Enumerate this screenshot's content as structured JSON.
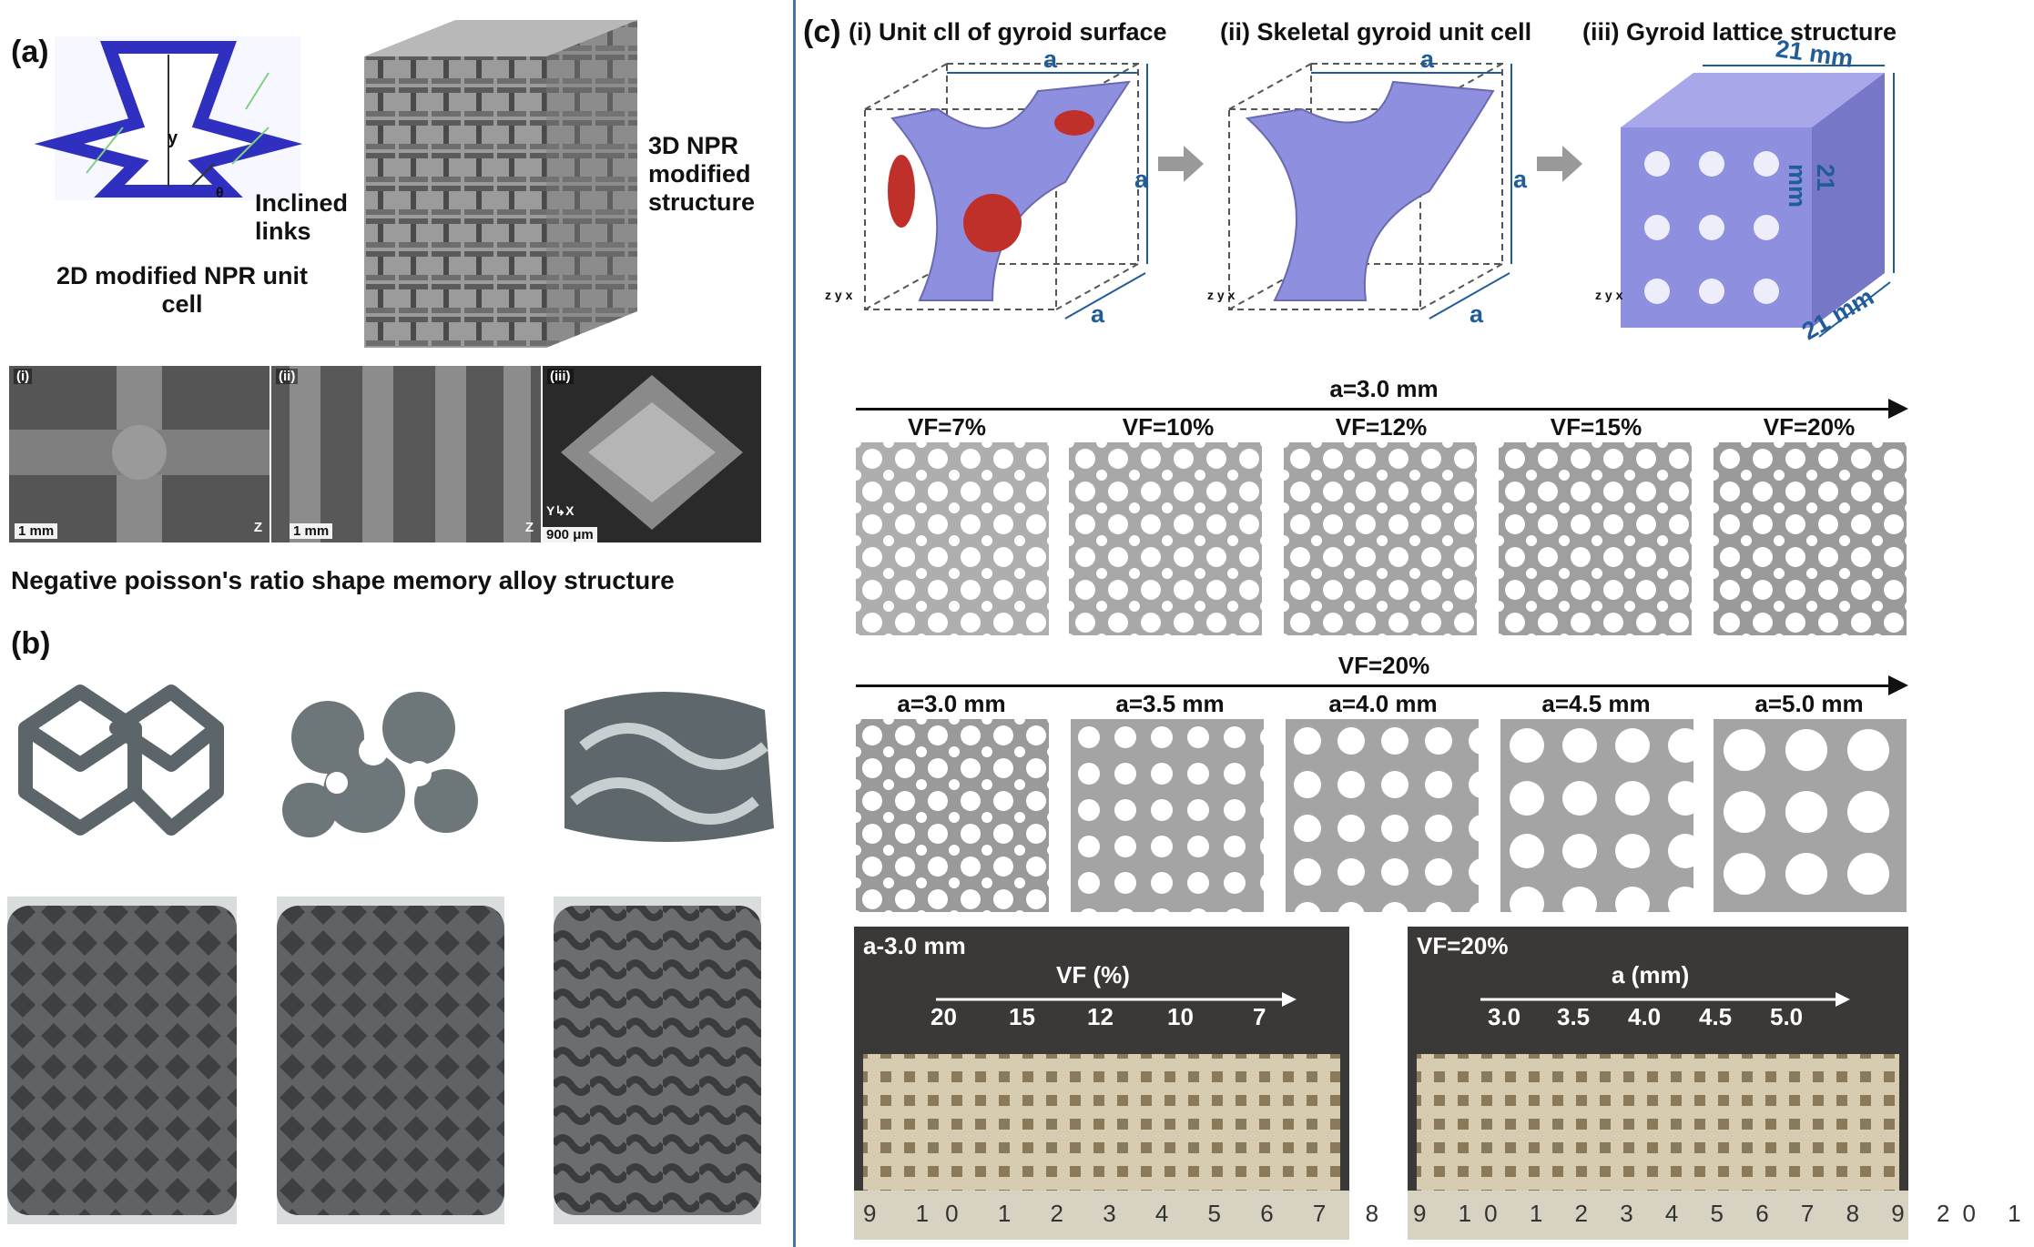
{
  "panel_a": {
    "tag": "(a)",
    "unit_cell_caption_line1": "2D modified NPR unit",
    "unit_cell_caption_line2": "cell",
    "inclined_line1": "Inclined",
    "inclined_line2": "links",
    "y_label": "y",
    "theta_label": "θ",
    "structure_line1": "3D NPR",
    "structure_line2": "modified",
    "structure_line3": "structure",
    "sem": [
      {
        "tag": "(i)",
        "scale": "1 mm",
        "axis": "Z"
      },
      {
        "tag": "(ii)",
        "scale": "1 mm",
        "axis": "Z"
      },
      {
        "tag": "(iii)",
        "scale": "900 μm",
        "axis": "Y↳X"
      }
    ],
    "sem_caption": "Negative poisson's ratio shape memory alloy structure"
  },
  "panel_b": {
    "tag": "(b)"
  },
  "panel_c": {
    "tag": "(c)",
    "titles": [
      "(i) Unit cll of gyroid surface",
      "(ii) Skeletal gyroid unit cell",
      "(iii) Gyroid lattice structure"
    ],
    "cube_dim": "a",
    "lattice_dim": "21 mm",
    "axes": {
      "z": "z",
      "y": "y",
      "x": "x"
    },
    "row1_header": "a=3.0 mm",
    "row1_labels": [
      "VF=7%",
      "VF=10%",
      "VF=12%",
      "VF=15%",
      "VF=20%"
    ],
    "row2_header": "VF=20%",
    "row2_labels": [
      "a=3.0 mm",
      "a=3.5 mm",
      "a=4.0 mm",
      "a=4.5 mm",
      "a=5.0 mm"
    ],
    "photo1": {
      "corner": "a-3.0 mm",
      "axis_title": "VF (%)",
      "ticks": [
        "20",
        "15",
        "12",
        "10",
        "7"
      ],
      "ruler": "9 10 1 2 3 4 5 6 7 8 9 2"
    },
    "photo2": {
      "corner": "VF=20%",
      "axis_title": "a (mm)",
      "ticks": [
        "3.0",
        "3.5",
        "4.0",
        "4.5",
        "5.0"
      ],
      "ruler": "9 10 1 2 3 4 5 6 7 8 9 20 1"
    }
  },
  "colors": {
    "npr_blue": "#2f2fc0",
    "gyroid_purple": "#8f8fe0",
    "gyroid_red": "#c0302a",
    "dim_blue": "#1f5c99",
    "divider": "#4b6fa8"
  }
}
